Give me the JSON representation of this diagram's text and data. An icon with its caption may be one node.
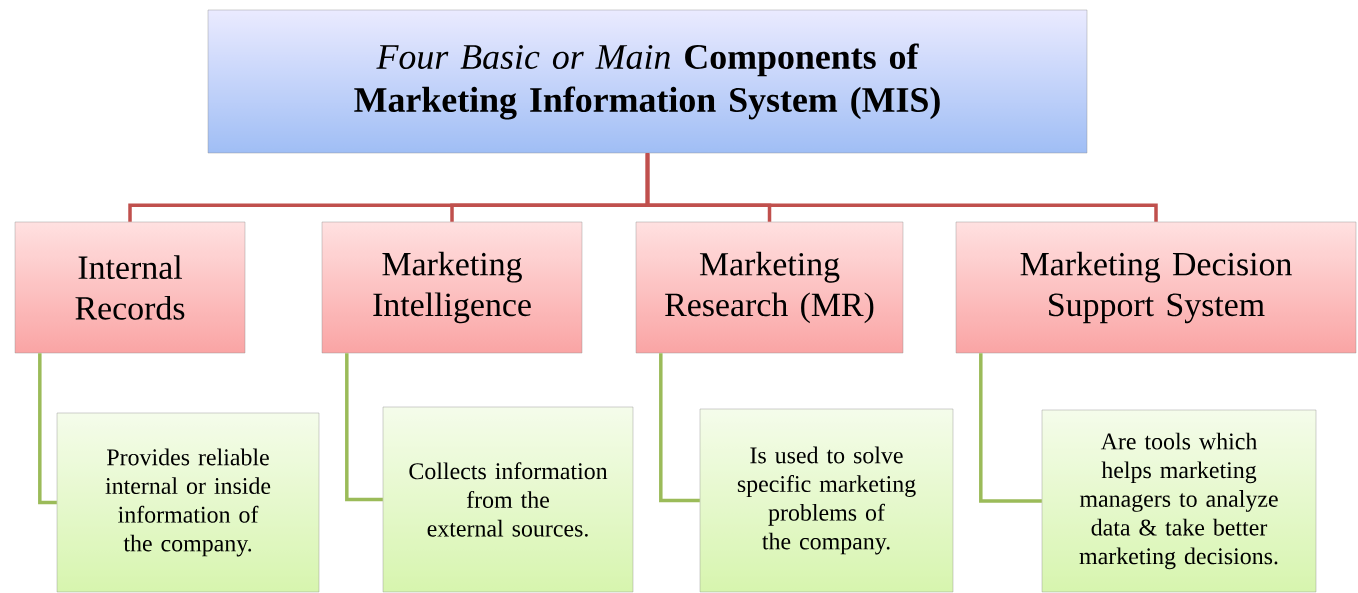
{
  "diagram": {
    "nodes": [
      {
        "text": [
          "*Four Basic or Main* **Components of Marketing Information System (MIS)**"
        ]
      },
      {
        "text": [
          "Internal Records"
        ]
      },
      {
        "text": [
          "Marketing Intelligence"
        ]
      },
      {
        "text": [
          "Marketing Research (MR)"
        ]
      },
      {
        "text": [
          "Marketing Decision Support System"
        ]
      },
      {
        "text": [
          "Provides reliable internal or inside information of the company."
        ]
      },
      {
        "text": [
          "Collects information from the external sources."
        ]
      },
      {
        "text": [
          "Is used to solve specific marketing problems of the company."
        ]
      },
      {
        "text": [
          "Are tools which helps marketing managers to analyze data & take better marketing decisions."
        ]
      }
    ],
    "edges": [
      {
        "from": 0,
        "to": 1,
        "arrow": "none"
      },
      {
        "from": 0,
        "to": 2,
        "arrow": "none"
      },
      {
        "from": 0,
        "to": 3,
        "arrow": "none"
      },
      {
        "from": 0,
        "to": 4,
        "arrow": "none"
      },
      {
        "from": 1,
        "to": 5,
        "arrow": "none",
        "color": "#9bbb59"
      },
      {
        "from": 2,
        "to": 6,
        "arrow": "none",
        "color": "#9bbb59"
      },
      {
        "from": 3,
        "to": 7,
        "arrow": "none",
        "color": "#9bbb59"
      },
      {
        "from": 4,
        "to": 8,
        "arrow": "none",
        "color": "#9bbb59"
      }
    ]
  }
}
